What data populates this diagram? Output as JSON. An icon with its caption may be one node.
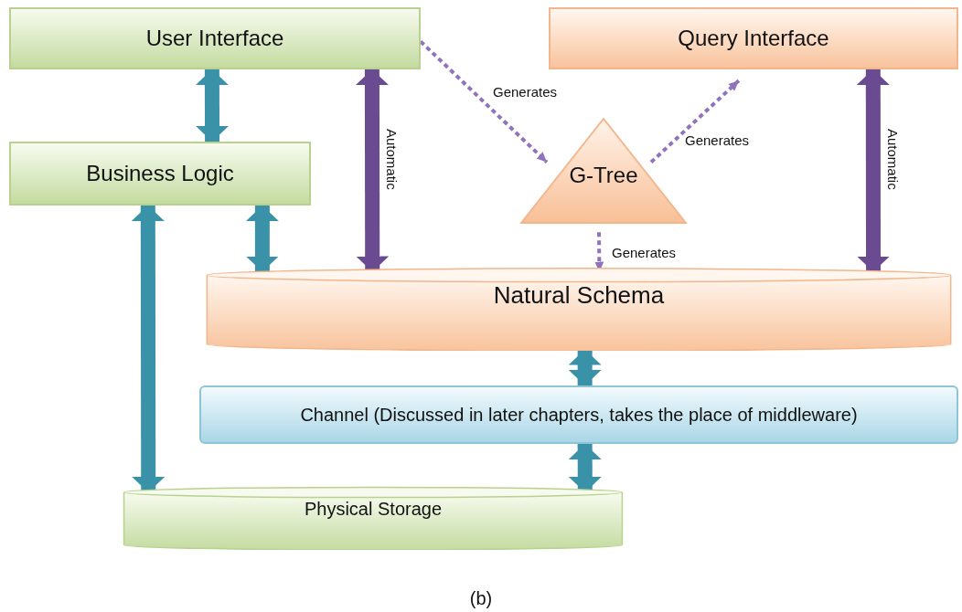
{
  "diagram": {
    "caption": "(b)",
    "nodes": [
      {
        "text": [
          "User Interface"
        ]
      },
      {
        "text": [
          "Query Interface"
        ]
      },
      {
        "text": [
          "Business Logic"
        ]
      },
      {
        "text": [
          "G-Tree"
        ]
      },
      {
        "text": [
          "Natural Schema"
        ]
      },
      {
        "text": [
          "Channel (Discussed in later chapters, takes the place of middleware)"
        ]
      },
      {
        "text": [
          "Physical Storage"
        ]
      }
    ],
    "edges": [
      {
        "from": 0,
        "to": 2,
        "arrow": "both"
      },
      {
        "from": 0,
        "to": 4,
        "arrow": "both",
        "color": "#6a4a91",
        "label": "Automatic"
      },
      {
        "from": 0,
        "to": 3,
        "arrow": "to",
        "style": "dashed",
        "color": "#9173bd",
        "label": "Generates"
      },
      {
        "from": 3,
        "to": 1,
        "arrow": "to",
        "style": "dashed",
        "color": "#9173bd",
        "label": "Generates"
      },
      {
        "from": 3,
        "to": 4,
        "arrow": "to",
        "style": "dashed",
        "color": "#9173bd",
        "label": "Generates"
      },
      {
        "from": 1,
        "to": 4,
        "arrow": "both",
        "color": "#6a4a91",
        "label": "Automatic"
      },
      {
        "from": 2,
        "to": 4,
        "arrow": "both"
      },
      {
        "from": 2,
        "to": 6,
        "arrow": "both"
      },
      {
        "from": 4,
        "to": 5,
        "arrow": "both"
      },
      {
        "from": 5,
        "to": 6,
        "arrow": "both"
      }
    ]
  }
}
